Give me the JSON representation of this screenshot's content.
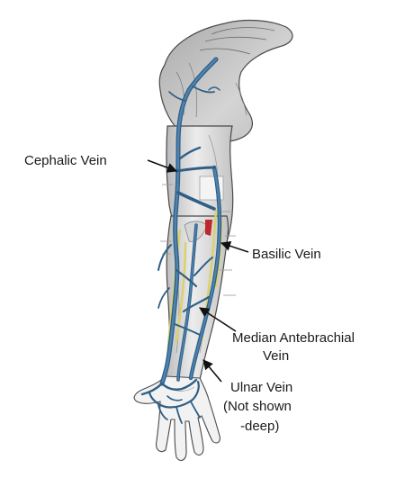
{
  "labels": {
    "cephalic": "Cephalic Vein",
    "basilic": "Basilic Vein",
    "median_line1": "Median Antebrachial",
    "median_line2": "Vein",
    "ulnar_line1": "Ulnar Vein",
    "ulnar_line2": "(Not shown",
    "ulnar_line3": "-deep)"
  },
  "colors": {
    "vein": "#2f5f86",
    "vein_fill": "#4f83b1",
    "nerve": "#d9d26a",
    "artery": "#c0272d",
    "skin_shade": "#c8c8c8",
    "outline": "#4a4a4a",
    "arrow": "#111111"
  }
}
